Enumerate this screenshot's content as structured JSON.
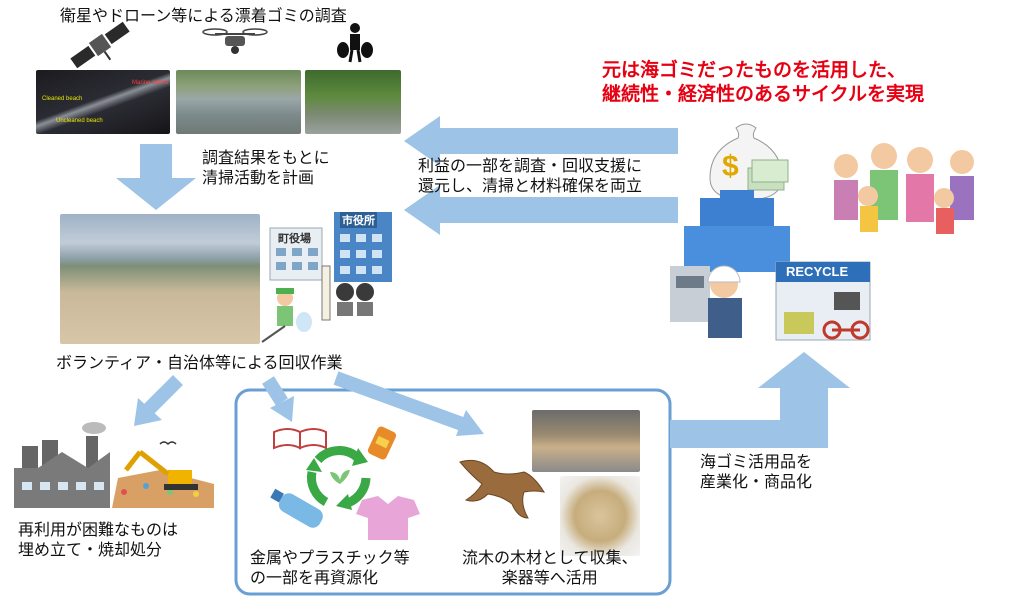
{
  "survey": {
    "title": "衛星やドローン等による漂着ゴミの調査"
  },
  "satellite_photo": {
    "label_debris": "Marine debris",
    "label_cleaned": "Cleaned beach",
    "label_uncleaned": "Uncleaned beach"
  },
  "plan_text": [
    "調査結果をもとに",
    "清掃活動を計画"
  ],
  "collection": {
    "caption": "ボランティア・自治体等による回収作業",
    "town_office": "町役場",
    "city_office": "市役所"
  },
  "headline": [
    "元は海ゴミだったものを活用した、",
    "継続性・経済性のあるサイクルを実現"
  ],
  "profit_text": [
    "利益の一部を調査・回収支援に",
    "還元し、清掃と材料確保を両立"
  ],
  "landfill_caption": [
    "再利用が困難なものは",
    "埋め立て・焼却処分"
  ],
  "recycle_caption": [
    "金属やプラスチック等",
    "の一部を再資源化"
  ],
  "driftwood_caption": [
    "流木の木材として収集、",
    "楽器等へ活用"
  ],
  "industrialize_text": [
    "海ゴミ活用品を",
    "産業化・商品化"
  ],
  "recycle_sign": "RECYCLE",
  "colors": {
    "arrow": "#9dc3e6",
    "headline": "#e60012",
    "frame": "#6a9fd4"
  }
}
